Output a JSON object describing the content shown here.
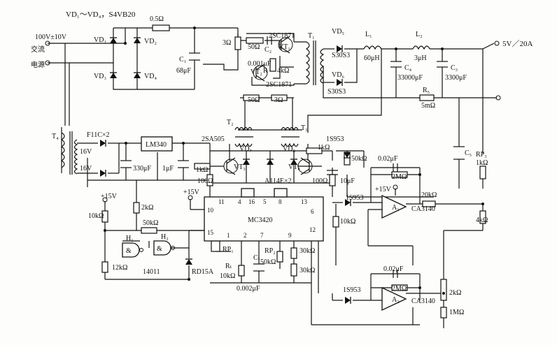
{
  "labels": {
    "vd_range": "VD₁～VD₄，S4VB20",
    "r_05": "0.5Ω",
    "input_voltage": "100V±10V",
    "ac_1": "交流",
    "ac_2": "电源",
    "vd1": "VD₁",
    "vd2": "VD₂",
    "vd3": "VD₃",
    "vd4": "VD₄",
    "c1": "C₁",
    "c1_val": "68μF",
    "r_3ohm": "3Ω",
    "r_50ohm_top": "50Ω",
    "c2": "C₂",
    "q_2sc1871_top": "2SC1871",
    "vt1": "VT₁",
    "c_0001": "0.001μF",
    "r_label": "R",
    "r_4k": "4kΩ",
    "vt2": "VT₂",
    "q_2sc1871_bot": "2SC1871",
    "r_50ohm_bot": "50Ω",
    "r_3ohm_bot": "3Ω",
    "t1": "T₁",
    "vd5": "VD₅",
    "s30s3_top": "S30S3",
    "vd6": "VD₆",
    "s30s3_bot": "S30S3",
    "l1": "L₁",
    "l1_val": "60μH",
    "l2": "L₂",
    "l2_val": "3μH",
    "c4": "C₄",
    "c4_val": "33000μF",
    "c3": "C₃",
    "c3_val": "3300μF",
    "r5": "R₅",
    "r5_val": "5mΩ",
    "output": "5V／20A",
    "t4": "T₄",
    "fuse": "F11C×2",
    "v16_top": "16V",
    "v16_bot": "16V",
    "lm340": "LM340",
    "c_330": "330μF",
    "c_1u": "1μF",
    "q_2sa505": "2SA505",
    "t2": "T₂",
    "t3": "T₃",
    "vd7": "VD₇",
    "vd8": "VD₈",
    "vt3": "VT₃",
    "vt4": "VT₄",
    "r_1k_left": "1kΩ",
    "r_100_left": "100Ω",
    "r_1k_right": "1kΩ",
    "a114e": "A114E×2",
    "r_100_right": "100Ω",
    "d_1s953_top": "1S953",
    "r_50k_right": "50kΩ",
    "c_10u": "10μF",
    "c_002_top": "0.02μF",
    "r_2m_top": "2MΩ",
    "v15_a1": "+15V",
    "d_1s953_mid": "1S953",
    "a1": "A₁",
    "ca3140_top": "CA3140",
    "r_20k": "20kΩ",
    "c5": "C₅",
    "rp3": "RP₃",
    "rp3_val": "1kΩ",
    "r_4k_right": "4kΩ",
    "v15_left": "+15V",
    "r_2k_left": "2kΩ",
    "r_10k_left": "10kΩ",
    "r_50k_left": "50kΩ",
    "h1": "H₁",
    "h2": "H₂",
    "and_sym": "&",
    "r_12k": "12kΩ",
    "ic_14011": "14011",
    "rd15a": "RD15A",
    "v15_mc": "+15V",
    "mc3420": "MC3420",
    "pin_10": "10",
    "pin_11": "11",
    "pin_4": "4",
    "pin_16": "16",
    "pin_5": "5",
    "pin_8": "8",
    "pin_13": "13",
    "pin_6": "6",
    "pin_15": "15",
    "pin_12": "12",
    "pin_1": "1",
    "pin_2": "2",
    "pin_7": "7",
    "pin_9": "9",
    "rp1": "RP₁",
    "rt": "Rₜ",
    "rt_val": "10kΩ",
    "ct": "Cₜ",
    "ct_val": "0.002μF",
    "rp2": "RP₂",
    "rp2_val": "50kΩ",
    "r_30k_top": "30kΩ",
    "r_30k_bot": "30kΩ",
    "r_10k_mid": "10kΩ",
    "c_002_bot": "0.02μF",
    "d_1s953_bot": "1S953",
    "r_2m_bot": "2MΩ",
    "a2": "A₂",
    "ca3140_bot": "CA3140",
    "r_2k_right": "2kΩ",
    "r_1m": "1MΩ"
  }
}
